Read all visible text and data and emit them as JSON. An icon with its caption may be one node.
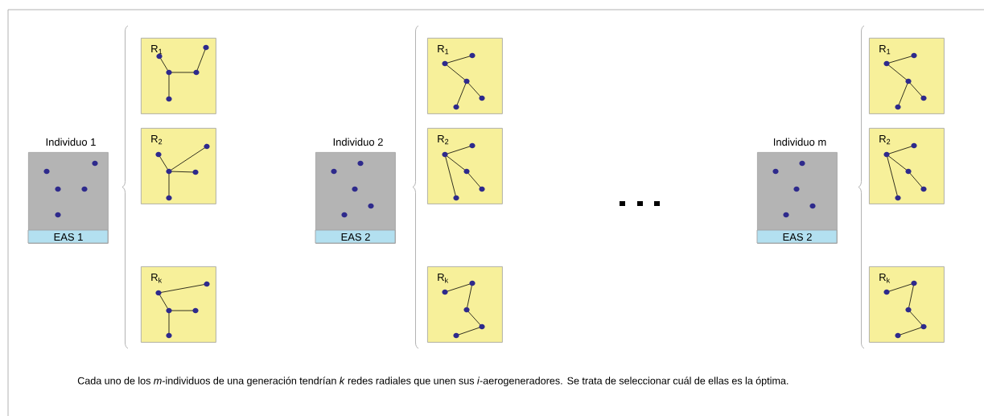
{
  "diagram": {
    "nodes": [
      {
        "text": [
          "Individuo 1",
          "EAS 1"
        ]
      },
      {
        "text": [
          "R$_{1}$"
        ]
      },
      {
        "text": [
          "R$_{2}$"
        ]
      },
      {
        "text": [
          "R$_{k}$"
        ]
      },
      {
        "text": [
          "Individuo 2",
          "EAS 2"
        ]
      },
      {
        "text": [
          "R$_{1}$"
        ]
      },
      {
        "text": [
          "R$_{2}$"
        ]
      },
      {
        "text": [
          "R$_{k}$"
        ]
      },
      {
        "text": [
          "Individuo m",
          "EAS 2"
        ]
      },
      {
        "text": [
          "R$_{1}$"
        ]
      },
      {
        "text": [
          "R$_{2}$"
        ]
      },
      {
        "text": [
          "R$_{k}$"
        ]
      }
    ],
    "caption": "Cada uno de los *m*-individuos de una generación tendrían *k* redes radiales que unen sus *i*-aerogeneradores. Se trata de seleccionar cuál de ellas es la óptima."
  }
}
